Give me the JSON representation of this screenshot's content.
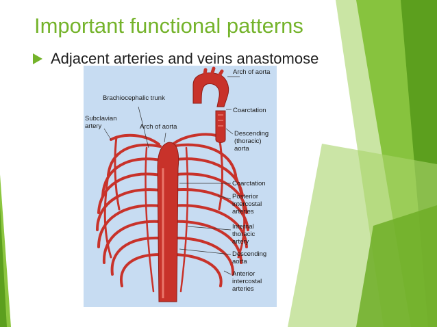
{
  "slide": {
    "title": "Important functional patterns",
    "bullet": {
      "icon": "triangle-bullet-icon",
      "text": "Adjacent arteries and veins anastomose"
    }
  },
  "figure": {
    "labels": {
      "arch_top": "Arch of aorta",
      "brachio": "Brachiocephalic trunk",
      "subclavian": "Subclavian\nartery",
      "arch_inner": "Arch of aorta",
      "coarct_top": "Coarctation",
      "descending_thoracic": "Descending\n(thoracic)\naorta",
      "coarct": "Coarctation",
      "posterior": "Posterior\nintercostal\narteries",
      "internal": "Internal\nthoracic\nartery",
      "descending": "Descending\naorta",
      "anterior": "Anterior\nintercostal\narteries"
    }
  },
  "colors": {
    "title": "#74b32a",
    "accent_green": "#8cc63f",
    "figure_bg": "#c7dcf2",
    "artery_red": "#c8322a"
  }
}
